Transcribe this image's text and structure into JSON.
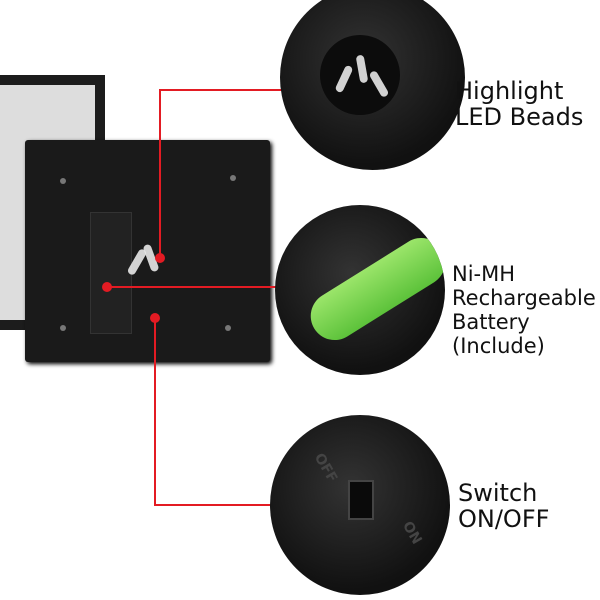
{
  "callouts": {
    "led": {
      "line1": "Highlight",
      "line2": "LED Beads"
    },
    "battery": {
      "line1": "Ni-MH",
      "line2": "Rechargeable",
      "line3": "Battery",
      "line4": "(Include)"
    },
    "switch": {
      "line1": "Switch",
      "line2": "ON/OFF"
    }
  },
  "switch_markings": {
    "off": "OFF",
    "on": "ON"
  },
  "colors": {
    "pointer": "#e31b23",
    "battery": "#7fd452"
  }
}
